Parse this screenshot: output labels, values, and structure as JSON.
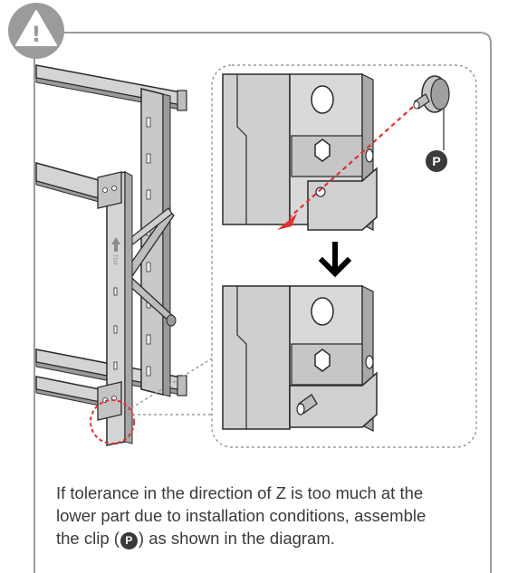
{
  "warning": {
    "icon": "warning-triangle-icon",
    "symbol": "!"
  },
  "diagram": {
    "part_label": "P",
    "bracket_marking": "TOP",
    "arrow_icon": "arrow-down-icon"
  },
  "caption": {
    "line1": "If tolerance in the direction of Z is too much at the",
    "line2": "lower part due to installation conditions, assemble",
    "line3_before": "the clip (",
    "line3_badge": "P",
    "line3_after": ") as shown in the diagram."
  },
  "colors": {
    "frame": "#9b9b9b",
    "metal_light": "#d4d4d4",
    "metal_mid": "#bdbdbd",
    "metal_dark": "#8a8a8a",
    "outline": "#2b2b2b",
    "accent_red": "#e03030",
    "badge_dark": "#3a3a3a"
  }
}
